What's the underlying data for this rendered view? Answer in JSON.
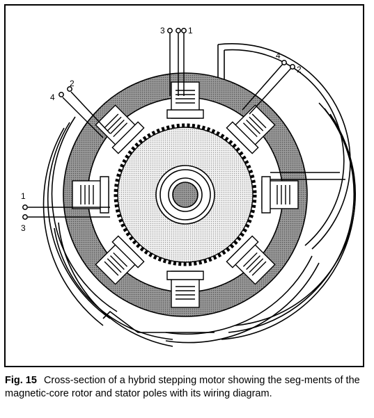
{
  "figure": {
    "number_label": "Fig. 15",
    "caption_text": "Cross-section of a hybrid stepping motor showing the seg-ments of the magnetic-core rotor and stator poles with its wiring diagram.",
    "terminals": {
      "top_left": "3",
      "top_right": "1",
      "upper_right_a": "4",
      "upper_right_b": "2",
      "upper_left_a": "4",
      "upper_left_b": "2",
      "left_a": "1",
      "left_b": "3"
    }
  },
  "colors": {
    "ink": "#000000",
    "stator_ring": "#8c8c8c",
    "rotor_fill": "#e2e2e2",
    "paper": "#ffffff"
  }
}
